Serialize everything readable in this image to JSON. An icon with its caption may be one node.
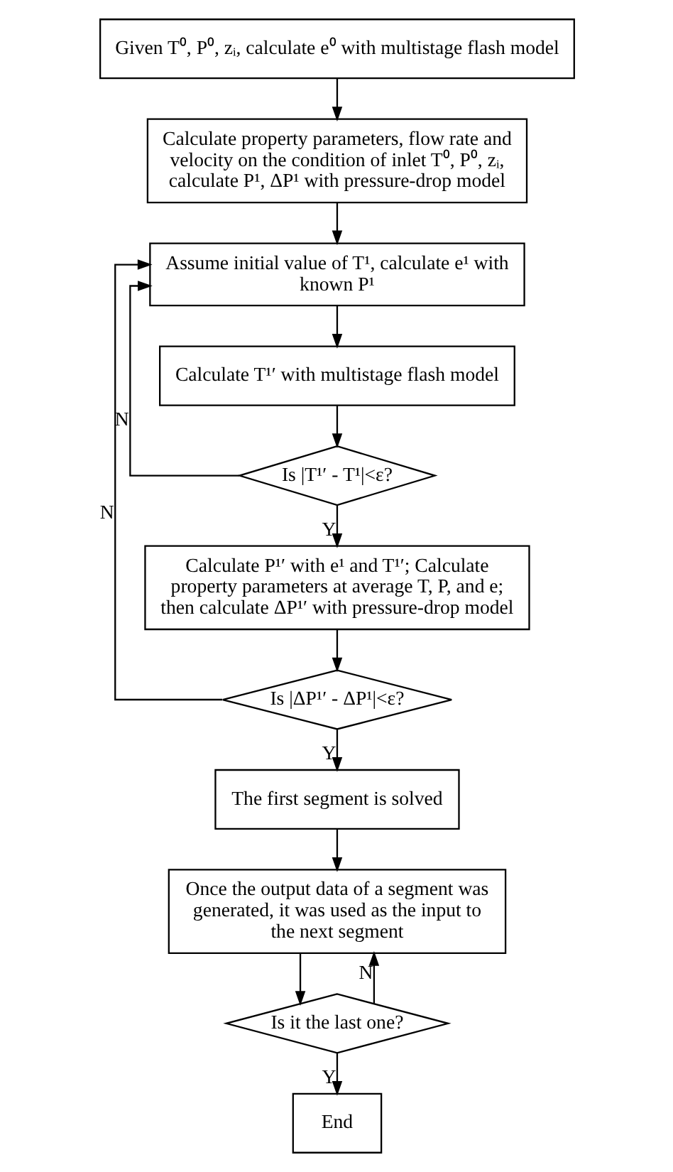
{
  "diagram": {
    "nodes": [
      {
        "text": [
          "Given T⁰, P⁰, zᵢ, calculate e⁰ with multistage flash model"
        ]
      },
      {
        "text": [
          "Calculate property parameters, flow rate and velocity on the condition of inlet T⁰, P⁰, zᵢ, calculate P¹, ΔP¹ with pressure-drop model"
        ]
      },
      {
        "text": [
          "Assume initial value of T¹, calculate e¹ with known P¹"
        ]
      },
      {
        "text": [
          "Calculate T¹′ with multistage flash model"
        ]
      },
      {
        "text": [
          "Is |T¹′ - T¹|<ε?"
        ]
      },
      {
        "text": [
          "Calculate P¹′ with e¹ and T¹′; Calculate property parameters at average T, P, and e; then calculate ΔP¹′ with pressure-drop model"
        ]
      },
      {
        "text": [
          "Is |ΔP¹′ - ΔP¹|<ε?"
        ]
      },
      {
        "text": [
          "The first segment is solved"
        ]
      },
      {
        "text": [
          "Once the output data of a segment was generated, it was used as the input to the next segment"
        ]
      },
      {
        "text": [
          "Is it the last one?"
        ]
      },
      {
        "text": [
          "End"
        ]
      }
    ],
    "edges": [
      {
        "from": 0,
        "to": 1,
        "arrow": "to"
      },
      {
        "from": 1,
        "to": 2,
        "arrow": "to"
      },
      {
        "from": 2,
        "to": 3,
        "arrow": "to"
      },
      {
        "from": 3,
        "to": 4,
        "arrow": "to"
      },
      {
        "from": 4,
        "to": 2,
        "arrow": "to",
        "label": "N"
      },
      {
        "from": 4,
        "to": 5,
        "arrow": "to",
        "label": "Y"
      },
      {
        "from": 5,
        "to": 6,
        "arrow": "to"
      },
      {
        "from": 6,
        "to": 2,
        "arrow": "to",
        "label": "N"
      },
      {
        "from": 6,
        "to": 7,
        "arrow": "to",
        "label": "Y"
      },
      {
        "from": 7,
        "to": 8,
        "arrow": "to"
      },
      {
        "from": 8,
        "to": 9,
        "arrow": "to"
      },
      {
        "from": 9,
        "to": 8,
        "arrow": "to",
        "label": "N"
      },
      {
        "from": 9,
        "to": 10,
        "arrow": "to",
        "label": "Y"
      }
    ]
  }
}
